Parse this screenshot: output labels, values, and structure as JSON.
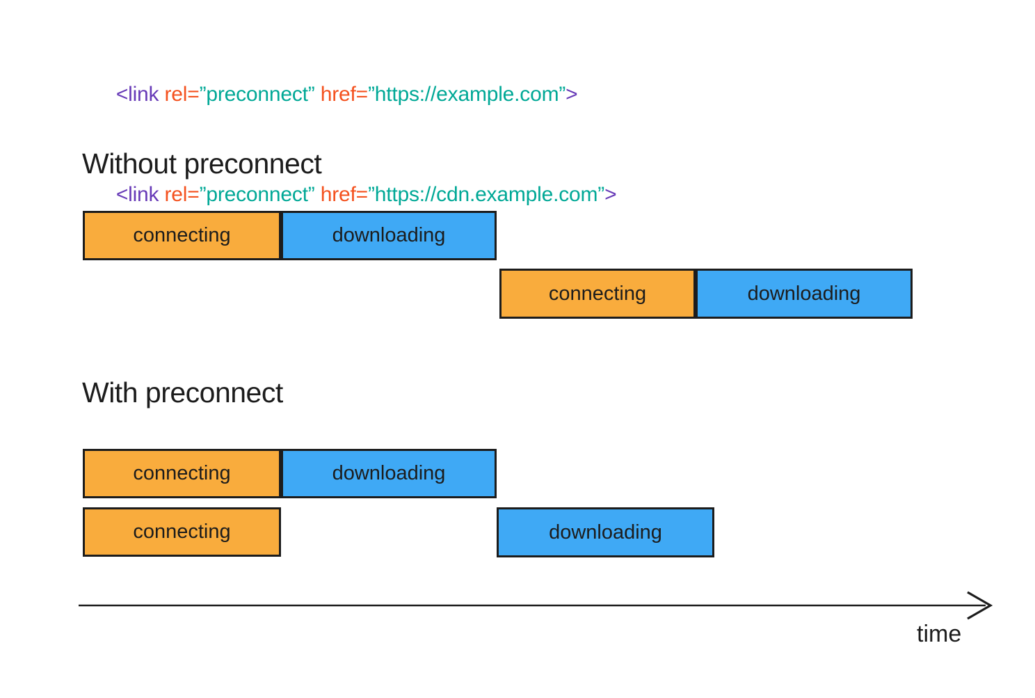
{
  "colors": {
    "bar-connecting": "#F9AC3D",
    "bar-downloading": "#3FA9F5",
    "bar-border": "#1C1C1C",
    "code-purple": "#673AB7",
    "code-orange": "#F4511E",
    "code-teal": "#00A896",
    "text": "#1C1C1C",
    "background": "#FFFFFF"
  },
  "code": {
    "line1": {
      "tag_open": "<link",
      "attr_rel": " rel=",
      "val_rel": "”preconnect”",
      "attr_href": " href=",
      "val_href": "”https://example.com”",
      "tag_close": ">"
    },
    "line2": {
      "tag_open": "<link",
      "attr_rel": " rel=",
      "val_rel": "”preconnect”",
      "attr_href": " href=",
      "val_href": "”https://cdn.example.com”",
      "tag_close": ">"
    }
  },
  "without": {
    "heading": "Without preconnect",
    "request1": {
      "connecting": "connecting",
      "downloading": "downloading"
    },
    "request2": {
      "connecting": "connecting",
      "downloading": "downloading"
    }
  },
  "with": {
    "heading": "With preconnect",
    "request1": {
      "connecting": "connecting",
      "downloading": "downloading"
    },
    "request2": {
      "connecting": "connecting",
      "downloading": "downloading"
    }
  },
  "axis": {
    "label": "time"
  }
}
